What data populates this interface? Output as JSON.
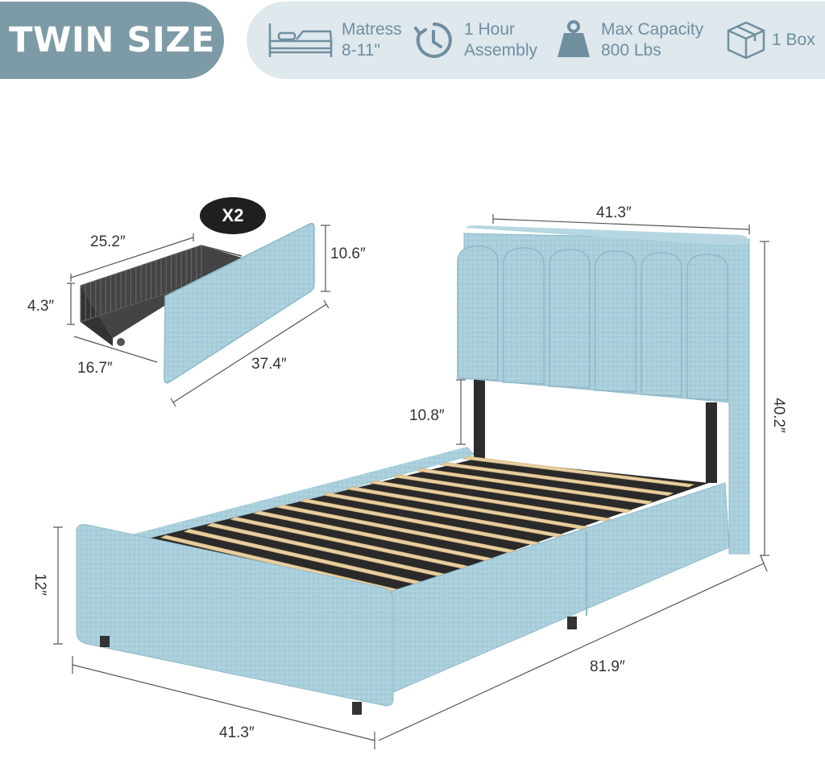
{
  "title": "TWIN SIZE",
  "specs": [
    {
      "icon": "bed-icon",
      "line1": "Matress",
      "line2": "8-11\""
    },
    {
      "icon": "clock-icon",
      "line1": "1 Hour",
      "line2": "Assembly"
    },
    {
      "icon": "weight-icon",
      "line1": "Max Capacity",
      "line2": "800 Lbs"
    },
    {
      "icon": "box-icon",
      "line1": "1 Box",
      "line2": ""
    }
  ],
  "drawer": {
    "quantity": "X2",
    "depth": "25.2″",
    "inner_height": "4.3″",
    "front_height": "10.6″",
    "width": "16.7″",
    "length": "37.4″"
  },
  "bed": {
    "headboard_width": "41.3″",
    "headboard_clearance": "10.8″",
    "total_height": "40.2″",
    "frame_height": "12″",
    "length": "81.9″",
    "width": "41.3″"
  },
  "colors": {
    "fabric": "#a9cfdc",
    "fabric_dark": "#8fb9c8",
    "slat": "#e8cfa0",
    "frame": "#2c2c2c",
    "pill": "#7d9ba6",
    "spec_bg": "#dee8ed",
    "spec_text": "#6f8fa0"
  }
}
